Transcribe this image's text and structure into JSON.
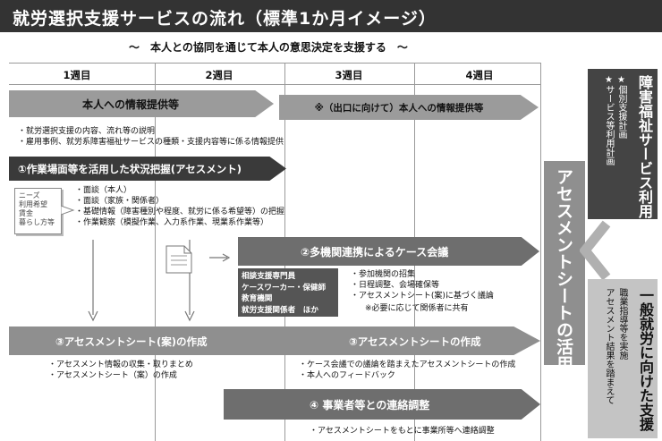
{
  "title": "就労選択支援サービスの流れ（標準1か月イメージ）",
  "subtitle": "～　本人との協同を通じて本人の意思決定を支援する　～",
  "weeks": [
    "1週目",
    "2週目",
    "3週目",
    "4週目"
  ],
  "info_provision": {
    "label": "本人への情報提供等",
    "items": [
      "就労選択支援の内容、流れ等の説明",
      "雇用事例、就労系障害福祉サービスの種類・支援内容等に係る情報提供"
    ]
  },
  "exit_info": {
    "label": "※（出口に向けて）本人への情報提供等"
  },
  "assessment": {
    "label": "①作業場面等を活用した状況把握(アセスメント)",
    "sticky": [
      "ニーズ",
      "利用希望",
      "賃金",
      "暮らし方等"
    ],
    "items": [
      "面談（本人）",
      "面談（家族・関係者）",
      "基礎情報（障害種別や程度、就労に係る希望等）の把握",
      "作業観察（模擬作業、入力系作業、現業系作業等）"
    ]
  },
  "case_meeting": {
    "label": "②多機関連携によるケース会議",
    "members": [
      "相談支援専門員",
      "ケースワーカー・保健師",
      "教育機関",
      "就労支援関係者　ほか"
    ],
    "items": [
      "参加機関の招集",
      "日程調整、会場確保等",
      "アセスメントシート(案)に基づく議論"
    ],
    "note": "※必要に応じて関係者に共有"
  },
  "sheet_draft": {
    "label": "③アセスメントシート(案)の作成",
    "items": [
      "アセスメント情報の収集・取りまとめ",
      "アセスメントシート（案）の作成"
    ]
  },
  "sheet_final": {
    "label": "③アセスメントシートの作成",
    "items": [
      "ケース会議での議論を踏まえたアセスメントシートの作成",
      "本人へのフィードバック"
    ]
  },
  "coordination": {
    "label": "④ 事業者等との連絡調整",
    "items": [
      "アセスメントシートをもとに事業所等へ連絡調整"
    ]
  },
  "sheet_use": "アセスメントシートの活用",
  "welfare": {
    "title": "障害福祉サービス利用",
    "items": [
      "★個別支援計画",
      "★サービス等利用計画"
    ]
  },
  "general_employment": {
    "title": "一般就労に向けた支援",
    "items": [
      "職業指導等を実施",
      "アセスメント結果を踏まえて"
    ]
  },
  "colors": {
    "dark": "#3a3a3a",
    "mid": "#6e6e6e",
    "light": "#9b9b9b",
    "panel": "#4a4a4a"
  }
}
